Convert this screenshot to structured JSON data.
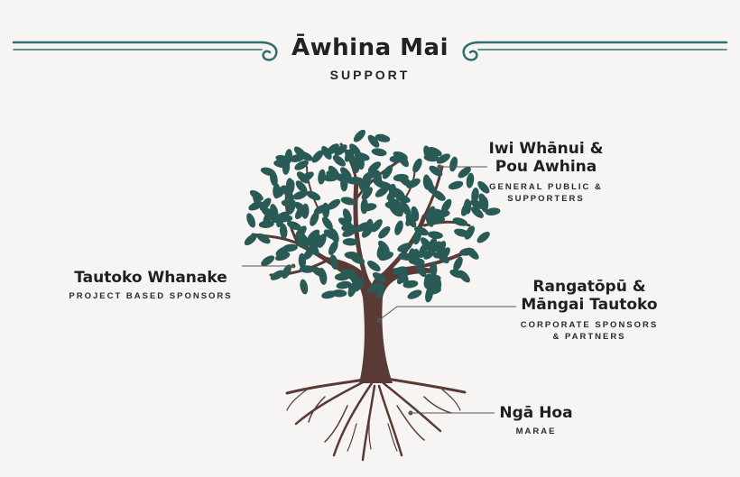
{
  "header": {
    "title": "Āwhina Mai",
    "subtitle": "SUPPORT"
  },
  "labels": {
    "iwi": {
      "name_line1": "Iwi Whānui &",
      "name_line2": "Pou Awhina",
      "desc_line1": "GENERAL PUBLIC &",
      "desc_line2": "SUPPORTERS"
    },
    "tautoko": {
      "name": "Tautoko Whanake",
      "desc": "PROJECT BASED SPONSORS"
    },
    "rangatopu": {
      "name_line1": "Rangatōpū &",
      "name_line2": "Māngai Tautoko",
      "desc_line1": "CORPORATE SPONSORS",
      "desc_line2": "& PARTNERS"
    },
    "ngahoa": {
      "name": "Ngā Hoa",
      "desc": "MARAE"
    }
  },
  "colors": {
    "ornament": "#2f6e6a",
    "leaf": "#2a5a55",
    "trunk": "#5a3a35",
    "text": "#1f1f1f",
    "background": "#f6f5f3"
  }
}
